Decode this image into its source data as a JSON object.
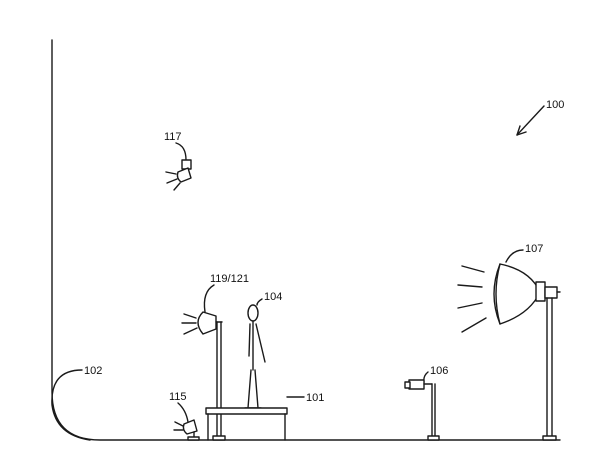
{
  "figure": {
    "labels": {
      "studio": "100",
      "platform": "101",
      "backdrop": "102",
      "subject": "104",
      "camera": "106",
      "key_light": "107",
      "floor_light": "115",
      "overhead_light": "117",
      "side_light": "119/121"
    }
  }
}
